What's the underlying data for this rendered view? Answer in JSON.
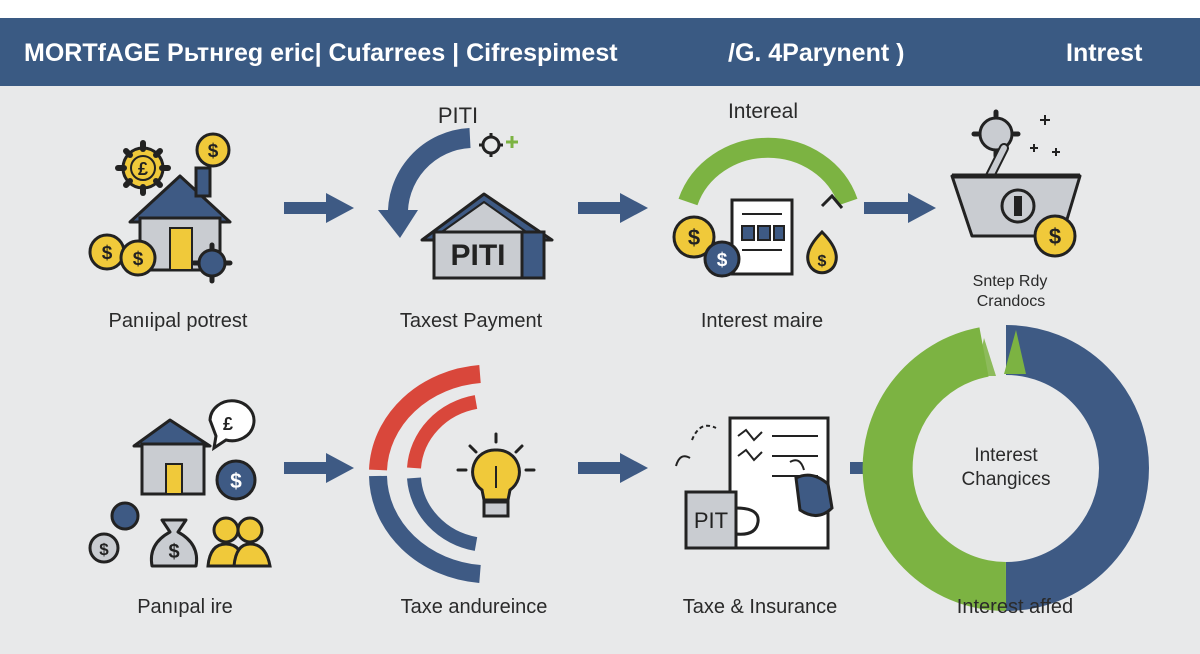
{
  "header": {
    "title": "MORTfAGE Pьтнreg eric| Cufarrees | Cifrespimest",
    "middle": "/G. 4Parynent )",
    "right": "Intrest"
  },
  "row1": {
    "step1": {
      "caption": "Panıipal potrest",
      "coin_symbol": "$",
      "gear_symbol": "£"
    },
    "step2": {
      "title": "PITI",
      "house_text": "PITI",
      "caption": "Taxest Payment"
    },
    "step3": {
      "title": "Intereal",
      "caption": "Interest maire",
      "coin_symbol": "$"
    },
    "step4": {
      "caption_line1": "Sntep Rdy",
      "caption_line2": "Crandocs",
      "coin_symbol": "$"
    }
  },
  "row2": {
    "step1": {
      "caption": "Panıpal ire",
      "bubble_symbol": "£",
      "coin_symbol": "$"
    },
    "step2": {
      "caption": "Taxe andureince"
    },
    "step3": {
      "caption": "Taxe & Insurance",
      "mug_text": "PIT"
    },
    "step4": {
      "center_line1": "Interest",
      "center_line2": "Changicєs",
      "caption": "Interest affed"
    }
  },
  "colors": {
    "header_bg": "#3a5a83",
    "navy": "#3e5a84",
    "green": "#7cb342",
    "red": "#d9473b",
    "yellow": "#f0c93a",
    "panel_bg": "#e8e9ea"
  }
}
